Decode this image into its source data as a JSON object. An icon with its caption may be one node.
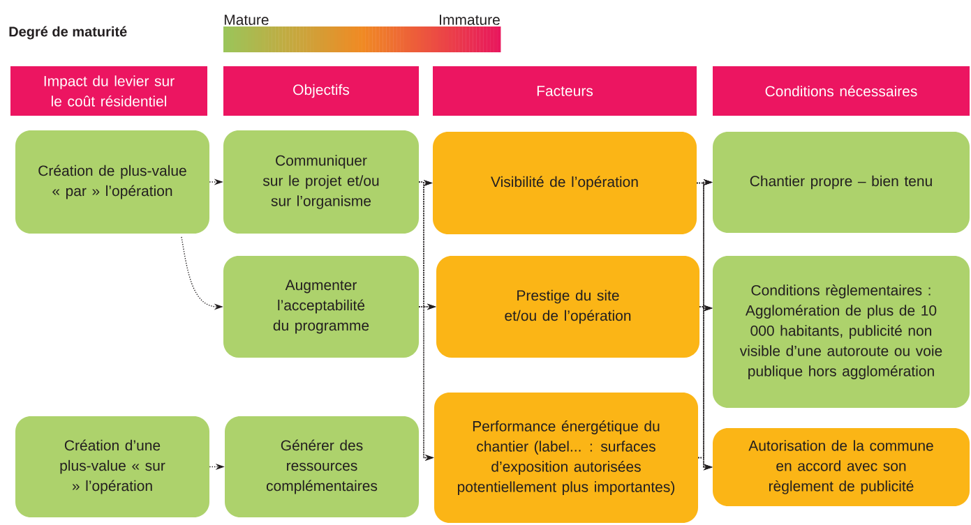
{
  "diagram": {
    "nodes": [
      {
        "text": [
          "Impact du levier sur le coût résidentiel"
        ]
      },
      {
        "text": [
          "Objectifs"
        ]
      },
      {
        "text": [
          "Facteurs"
        ]
      },
      {
        "text": [
          "Conditions nécessaires"
        ]
      },
      {
        "text": [
          "Création de plus-value « par » l’opération"
        ]
      },
      {
        "text": [
          "Communiquer sur le projet et/ou sur l’organisme"
        ]
      },
      {
        "text": [
          "Visibilité de l’opération"
        ]
      },
      {
        "text": [
          "Chantier propre – bien tenu"
        ]
      },
      {
        "text": [
          "Augmenter l’acceptabilité du programme"
        ]
      },
      {
        "text": [
          "Prestige du site et/ou de l’opération"
        ]
      },
      {
        "text": [
          "Conditions règlementaires : Agglomération de plus de 10 000 habitants, publicité non visible d’une autoroute ou voie publique hors agglomération"
        ]
      },
      {
        "text": [
          "Création d’une plus-value « sur » l’opération"
        ]
      },
      {
        "text": [
          "Générer des ressources complémentaires"
        ]
      },
      {
        "text": [
          "Performance énergétique du chantier (label... : surfaces d’exposition autorisées potentiellement plus importantes)"
        ]
      },
      {
        "text": [
          "Autorisation de la commune en accord avec son règlement de publicité"
        ]
      }
    ],
    "edges": [
      {
        "from": 4,
        "to": 5,
        "arrow": "to"
      },
      {
        "from": 4,
        "to": 8,
        "arrow": "to"
      },
      {
        "from": 11,
        "to": 12,
        "arrow": "to"
      },
      {
        "from": 5,
        "to": 6,
        "arrow": "to"
      },
      {
        "from": 5,
        "to": 9,
        "arrow": "to"
      },
      {
        "from": 5,
        "to": 13,
        "arrow": "to"
      },
      {
        "from": 8,
        "to": 6,
        "arrow": "to"
      },
      {
        "from": 8,
        "to": 9,
        "arrow": "to"
      },
      {
        "from": 8,
        "to": 13,
        "arrow": "to"
      },
      {
        "from": 6,
        "to": 7,
        "arrow": "to"
      },
      {
        "from": 6,
        "to": 10,
        "arrow": "to"
      },
      {
        "from": 6,
        "to": 14,
        "arrow": "to"
      },
      {
        "from": 9,
        "to": 7,
        "arrow": "to"
      },
      {
        "from": 9,
        "to": 10,
        "arrow": "to"
      },
      {
        "from": 9,
        "to": 14,
        "arrow": "to"
      },
      {
        "from": 13,
        "to": 7,
        "arrow": "to"
      },
      {
        "from": 13,
        "to": 10,
        "arrow": "to"
      },
      {
        "from": 13,
        "to": 14,
        "arrow": "to"
      }
    ],
    "labels": [
      "Degré de maturité",
      "Mature",
      "Immature"
    ]
  }
}
